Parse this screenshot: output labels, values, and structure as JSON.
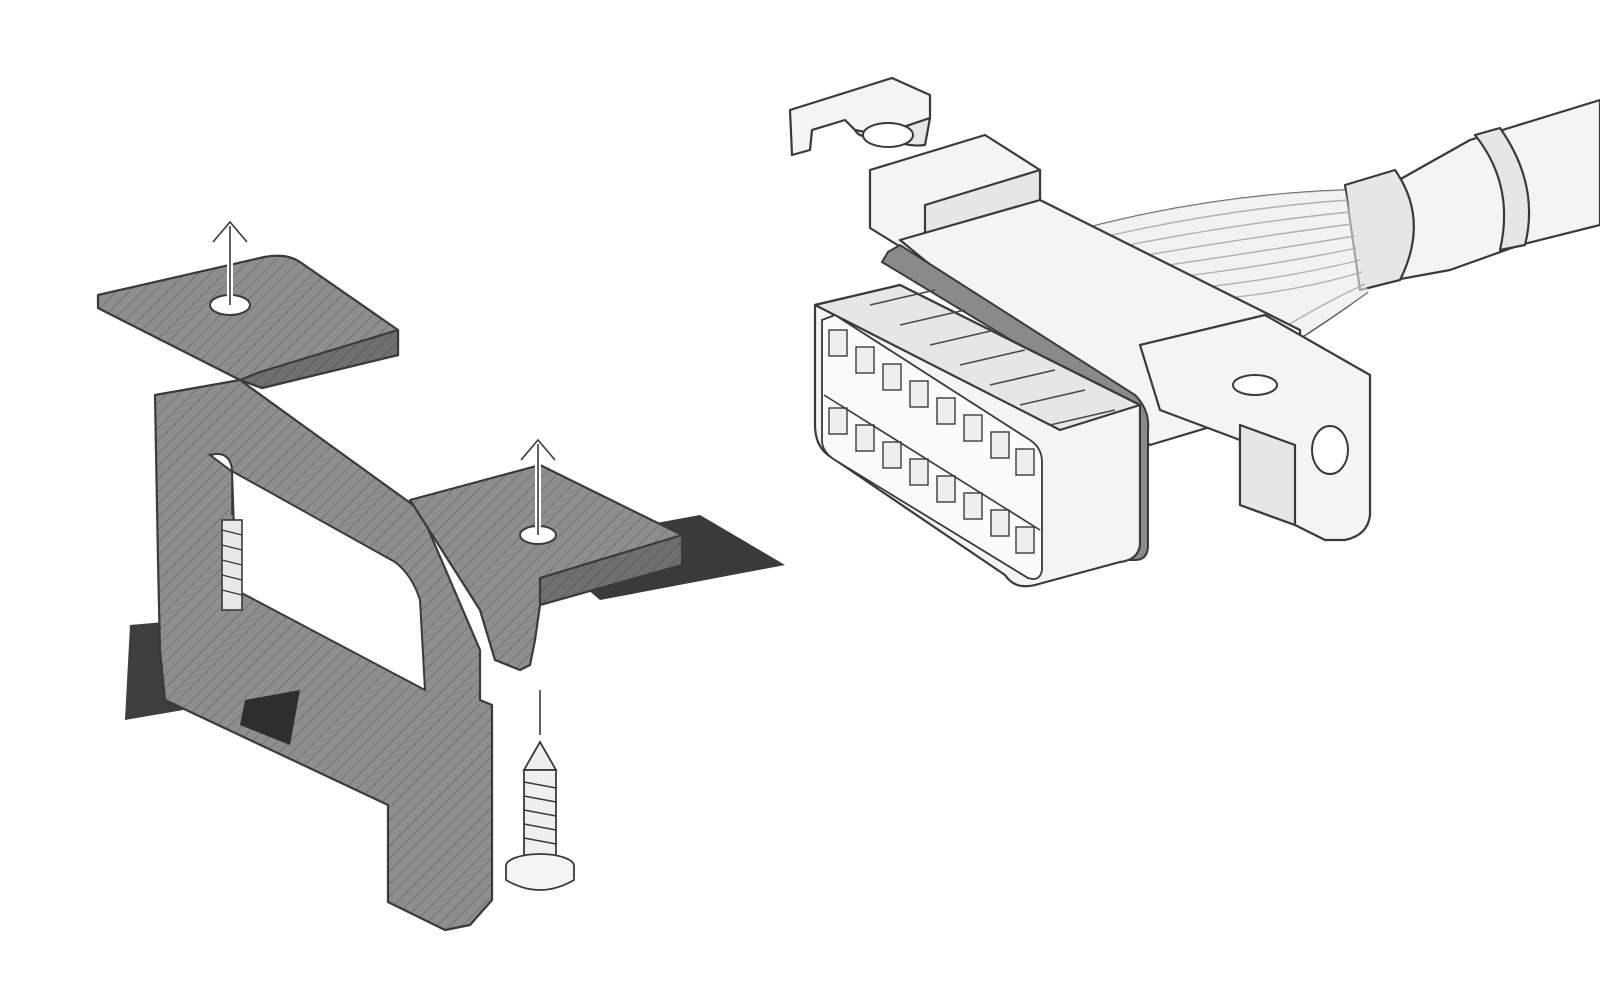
{
  "figure": {
    "left_view": {
      "part": "mounting-bracket",
      "fill_color": "#8e8e8e",
      "hatch_color": "#6e6e6e",
      "arrow_count": 2,
      "screw_count": 2
    },
    "right_view": {
      "part": "obd-connector",
      "terminal_rows": 2,
      "terminals_per_row": 8,
      "body_color": "#f2f2f2",
      "seal_color": "#555555"
    }
  }
}
